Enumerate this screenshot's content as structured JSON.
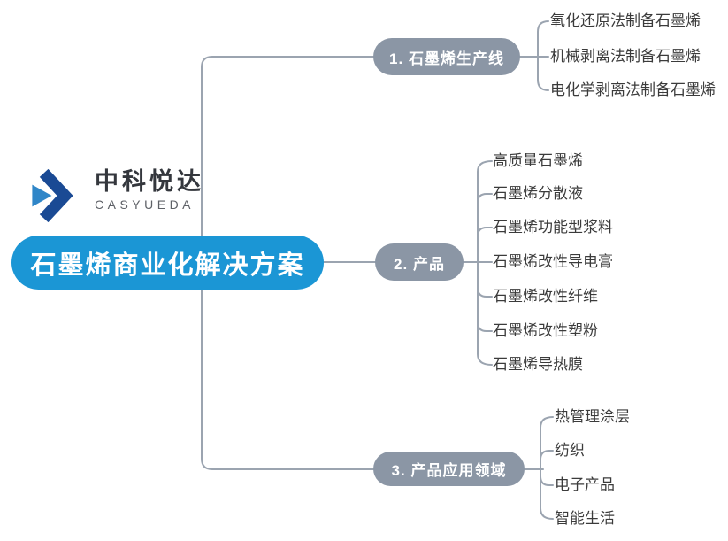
{
  "logo": {
    "name": "中科悦达",
    "latin": "CASYUEDA"
  },
  "root": {
    "label": "石墨烯商业化解决方案"
  },
  "branches": [
    {
      "label": "1. 石墨烯生产线",
      "items": [
        "氧化还原法制备石墨烯",
        "机械剥离法制备石墨烯",
        "电化学剥离法制备石墨烯"
      ]
    },
    {
      "label": "2. 产品",
      "items": [
        "高质量石墨烯",
        "石墨烯分散液",
        "石墨烯功能型浆料",
        "石墨烯改性导电膏",
        "石墨烯改性纤维",
        "石墨烯改性塑粉",
        "石墨烯导热膜"
      ]
    },
    {
      "label": "3. 产品应用领域",
      "items": [
        "热管理涂层",
        "纺织",
        "电子产品",
        "智能生活"
      ]
    }
  ],
  "colors": {
    "root_node_blue": "#1b96d5",
    "branch_node_gray": "#8b96a5",
    "connector_gray": "#9ba4b0",
    "leaf_text": "#3b3b3b",
    "logo_dark_blue": "#1a4a94",
    "logo_light_blue": "#2f86c8"
  }
}
